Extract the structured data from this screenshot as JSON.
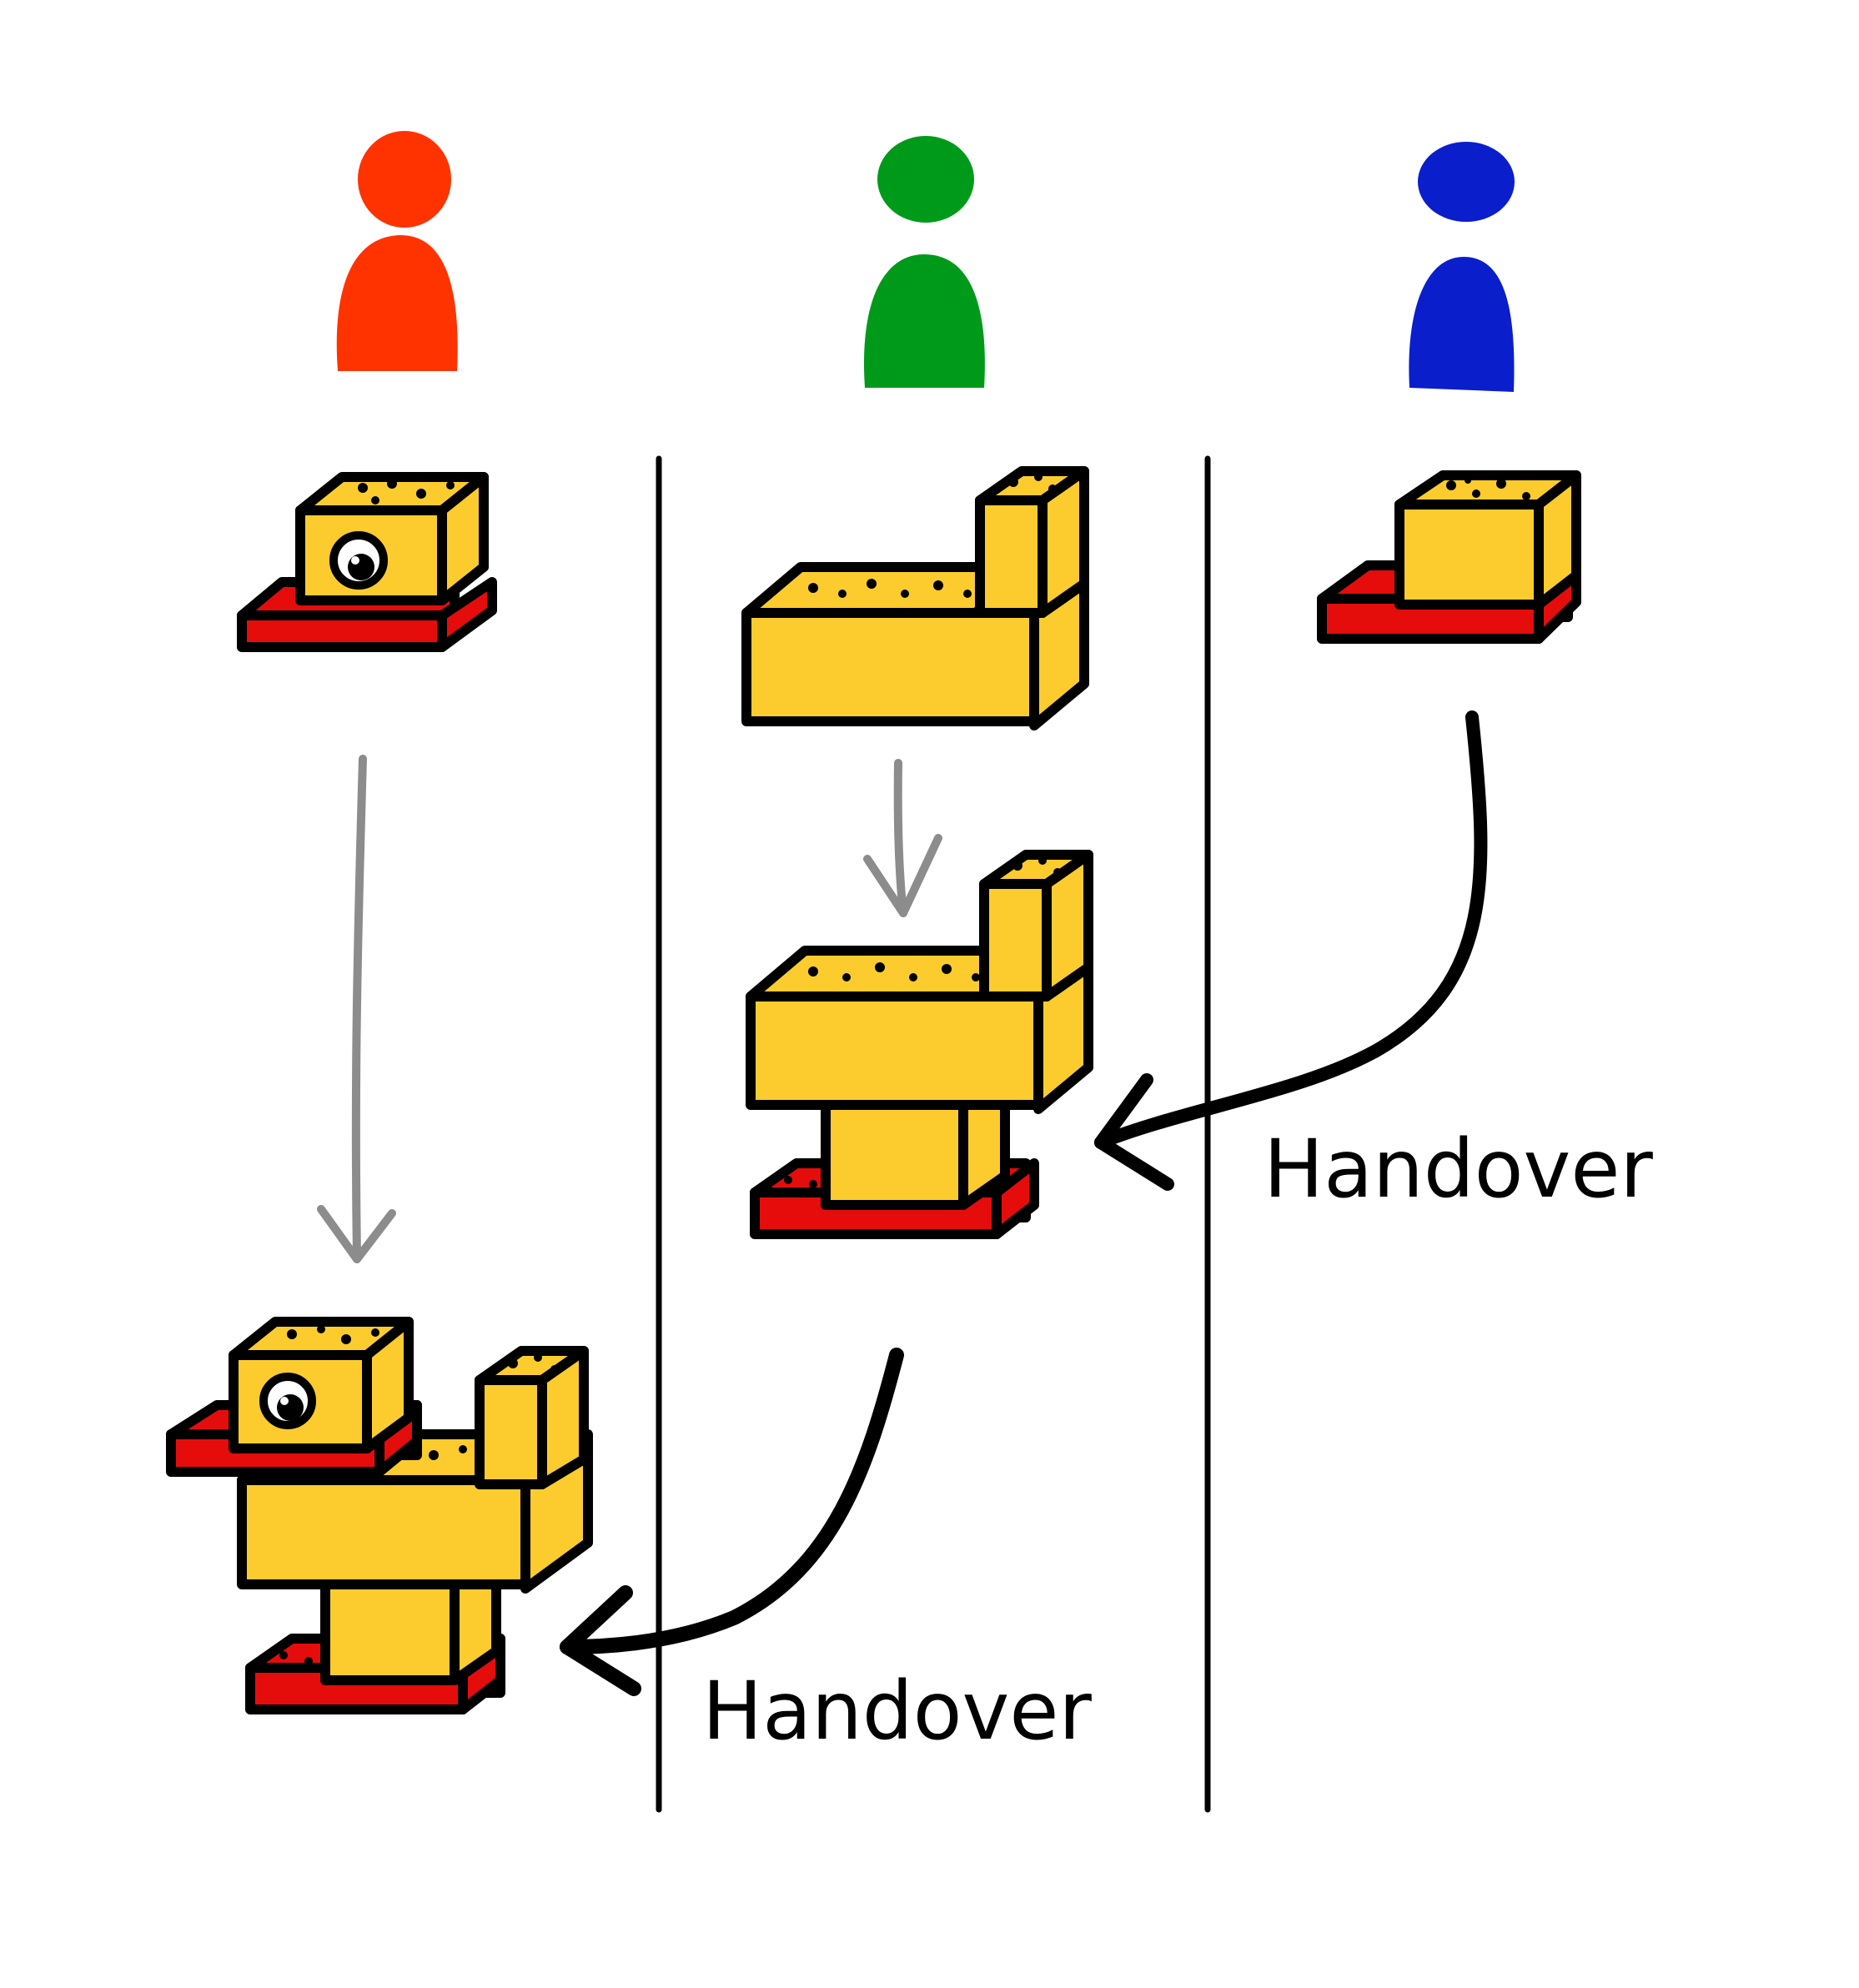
{
  "people": [
    {
      "name": "red-person",
      "color": "#ff3300"
    },
    {
      "name": "green-person",
      "color": "#009a1a"
    },
    {
      "name": "blue-person",
      "color": "#0a1ecc"
    }
  ],
  "colors": {
    "brick_yellow": "#fccc2e",
    "brick_red": "#e50c0c",
    "outline": "#000000",
    "flow_arrow": "#8c8c8c"
  },
  "labels": {
    "handover_top": "Handover",
    "handover_bottom": "Handover"
  }
}
